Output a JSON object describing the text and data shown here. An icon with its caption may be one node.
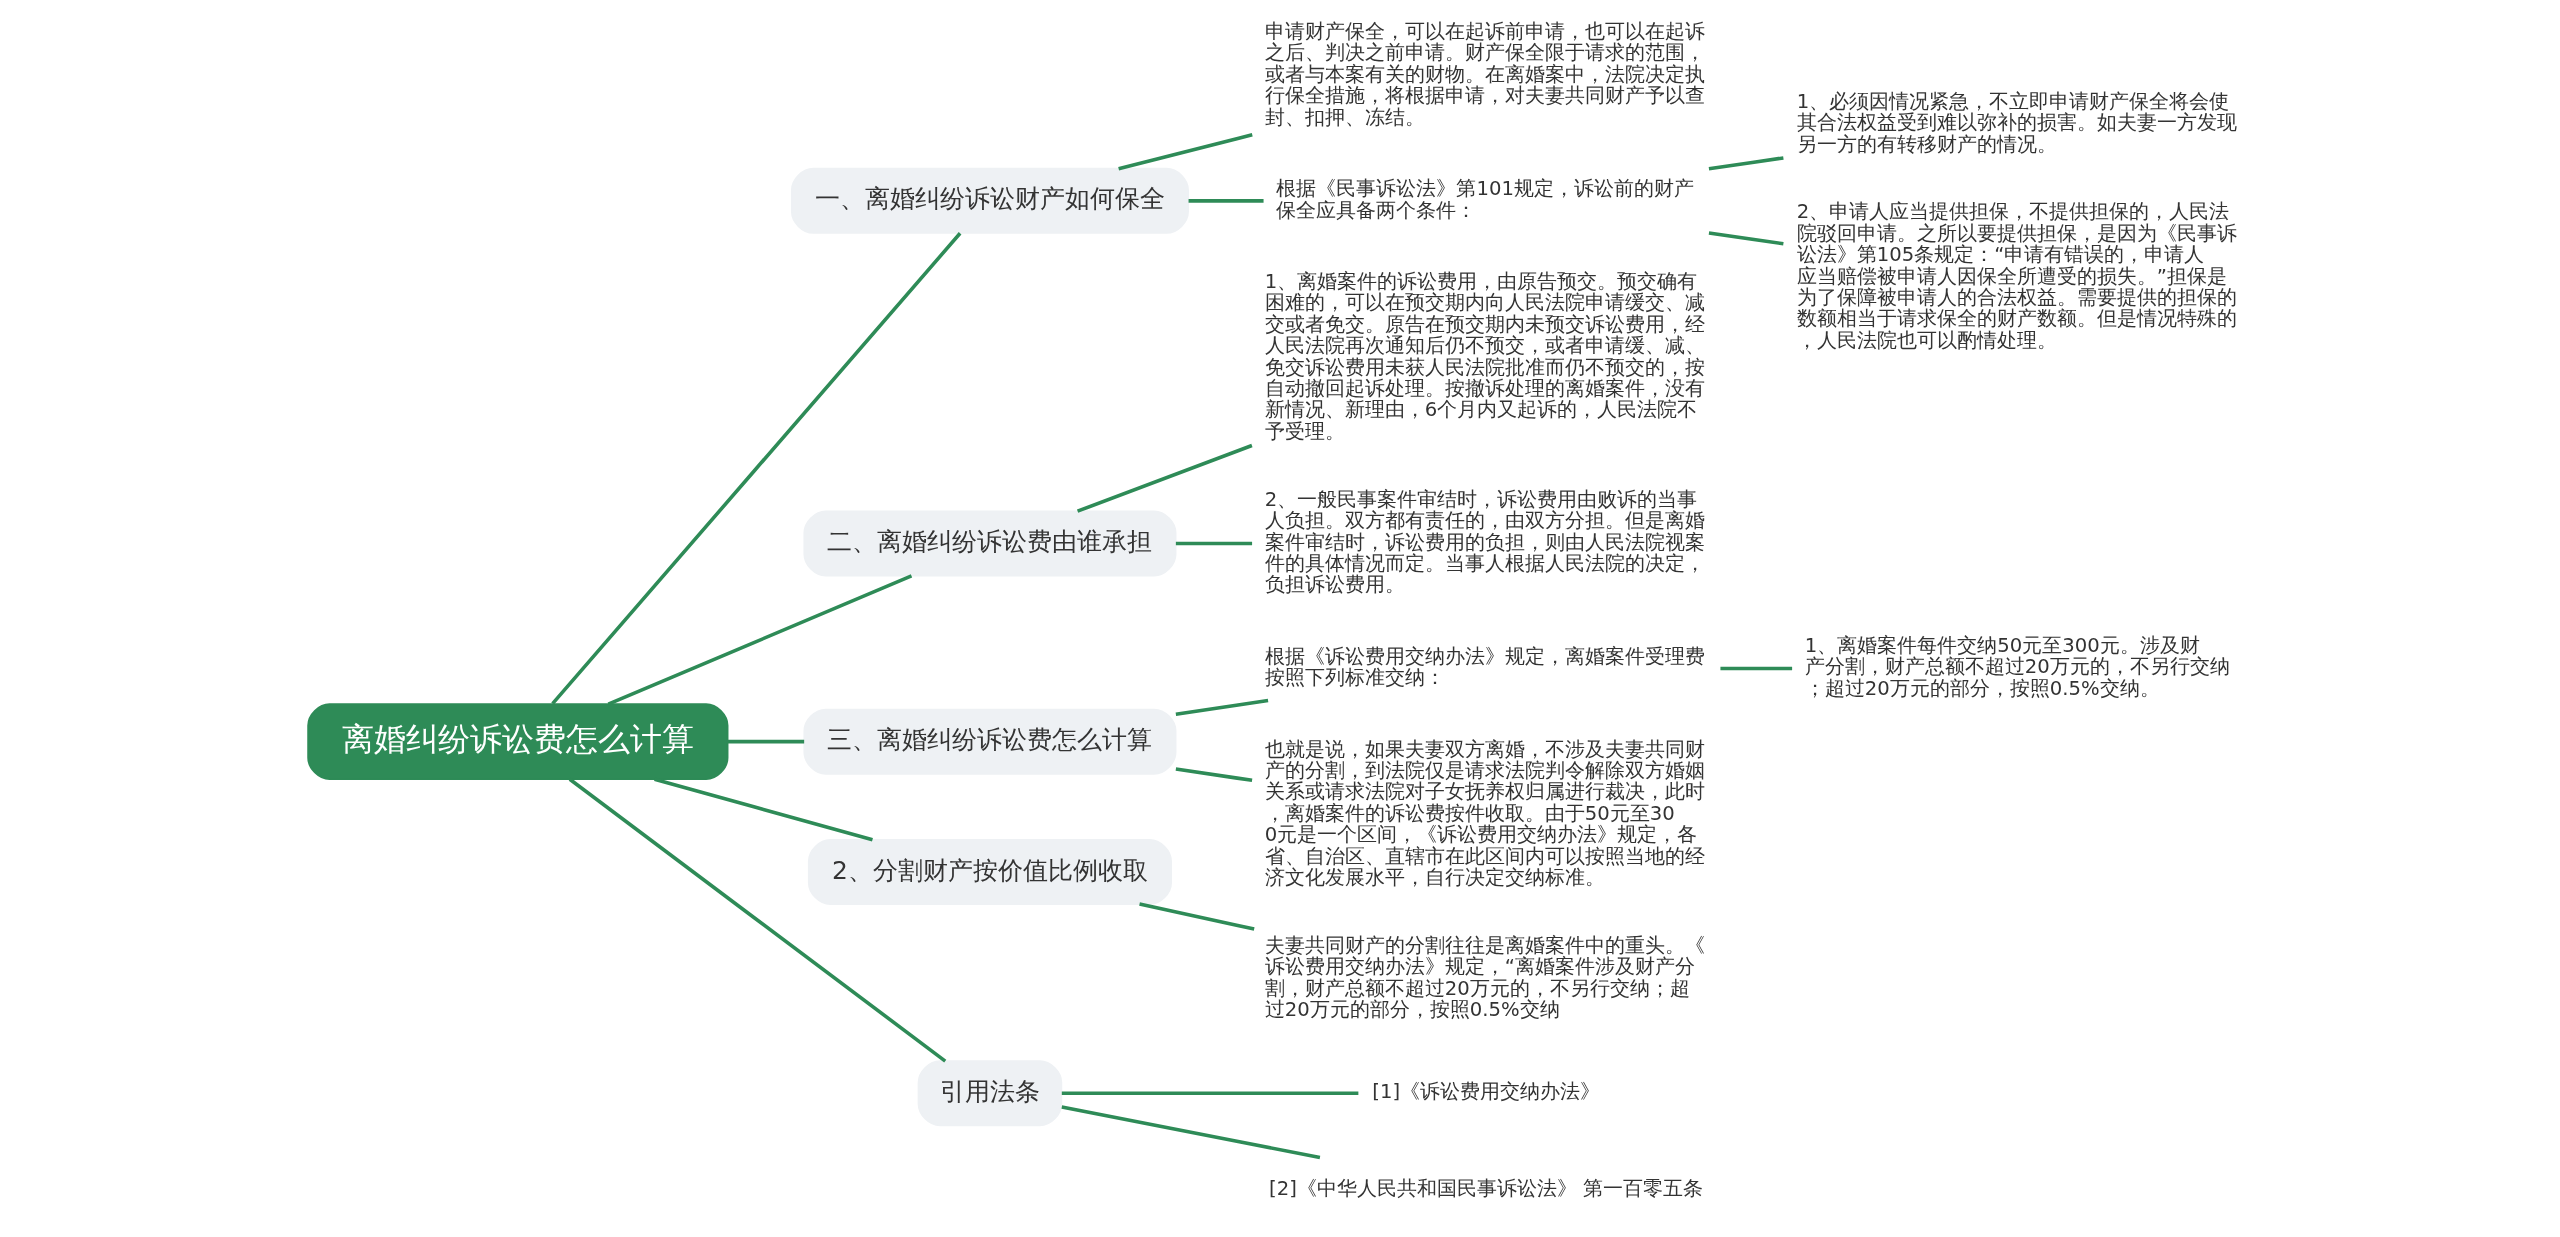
{
  "diagram": {
    "nodes": [
      {
        "text": [
          "离婚纠纷诉讼费怎么计算"
        ]
      },
      {
        "text": [
          "一、离婚纠纷诉讼财产如何保全"
        ]
      },
      {
        "text": [
          "申请财产保全，可以在起诉前申请，也可以在起诉之后、判决之前申请。财产保全限于请求的范围，或者与本案有关的财物。在离婚案中，法院决定执行保全措施，将根据申请，对夫妻共同财产予以查封、扣押、冻结。"
        ]
      },
      {
        "text": [
          "根据《民事诉讼法》第101规定，诉讼前的财产保全应具备两个条件："
        ]
      },
      {
        "text": [
          "1、必须因情况紧急，不立即申请财产保全将会使其合法权益受到难以弥补的损害。如夫妻一方发现另一方的有转移财产的情况。"
        ]
      },
      {
        "text": [
          "2、申请人应当提供担保，不提供担保的，人民法院驳回申请。之所以要提供担保，是因为《民事诉讼法》第105条规定：“申请有错误的，申请人应当赔偿被申请人因保全所遭受的损失。”担保是为了保障被申请人的合法权益。需要提供的担保的数额相当于请求保全的财产数额。但是情况特殊的，人民法院也可以酌情处理。"
        ]
      },
      {
        "text": [
          "二、离婚纠纷诉讼费由谁承担"
        ]
      },
      {
        "text": [
          "1、离婚案件的诉讼费用，由原告预交。预交确有困难的，可以在预交期内向人民法院申请缓交、减交或者免交。原告在预交期内未预交诉讼费用，经人民法院再次通知后仍不预交，或者申请缓、减、免交诉讼费用未获人民法院批准而仍不预交的，按自动撤回起诉处理。按撤诉处理的离婚案件，没有新情况、新理由，6个月内又起诉的，人民法院不予受理。"
        ]
      },
      {
        "text": [
          "2、一般民事案件审结时，诉讼费用由败诉的当事人负担。双方都有责任的，由双方分担。但是离婚案件审结时，诉讼费用的负担，则由人民法院视案件的具体情况而定。当事人根据人民法院的决定，负担诉讼费用。"
        ]
      },
      {
        "text": [
          "三、离婚纠纷诉讼费怎么计算"
        ]
      },
      {
        "text": [
          "根据《诉讼费用交纳办法》规定，离婚案件受理费按照下列标准交纳："
        ]
      },
      {
        "text": [
          "1、离婚案件每件交纳50元至300元。涉及财产分割，财产总额不超过20万元的，不另行交纳；超过20万元的部分，按照0.5%交纳。"
        ]
      },
      {
        "text": [
          "也就是说，如果夫妻双方离婚，不涉及夫妻共同财产的分割，到法院仅是请求法院判令解除双方婚姻关系或请求法院对子女抚养权归属进行裁决，此时，离婚案件的诉讼费按件收取。由于50元至300元是一个区间，《诉讼费用交纳办法》规定，各省、自治区、直辖市在此区间内可以按照当地的经济文化发展水平，自行决定交纳标准。"
        ]
      },
      {
        "text": [
          "2、分割财产按价值比例收取"
        ]
      },
      {
        "text": [
          "夫妻共同财产的分割往往是离婚案件中的重头。《诉讼费用交纳办法》规定，“离婚案件涉及财产分割，财产总额不超过20万元的，不另行交纳；超过20万元的部分，按照0.5%交纳"
        ]
      },
      {
        "text": [
          "引用法条"
        ]
      },
      {
        "text": [
          "[1]《诉讼费用交纳办法》"
        ]
      },
      {
        "text": [
          "[2]《中华人民共和国民事诉讼法》 第一百零五条"
        ]
      }
    ],
    "edges": [
      {
        "from": 0,
        "to": 1,
        "arrow": "none"
      },
      {
        "from": 1,
        "to": 2,
        "arrow": "none"
      },
      {
        "from": 1,
        "to": 3,
        "arrow": "none"
      },
      {
        "from": 3,
        "to": 4,
        "arrow": "none"
      },
      {
        "from": 3,
        "to": 5,
        "arrow": "none"
      },
      {
        "from": 0,
        "to": 6,
        "arrow": "none"
      },
      {
        "from": 6,
        "to": 7,
        "arrow": "none"
      },
      {
        "from": 6,
        "to": 8,
        "arrow": "none"
      },
      {
        "from": 0,
        "to": 9,
        "arrow": "none"
      },
      {
        "from": 9,
        "to": 10,
        "arrow": "none"
      },
      {
        "from": 10,
        "to": 11,
        "arrow": "none"
      },
      {
        "from": 9,
        "to": 12,
        "arrow": "none"
      },
      {
        "from": 0,
        "to": 13,
        "arrow": "none"
      },
      {
        "from": 13,
        "to": 14,
        "arrow": "none"
      },
      {
        "from": 0,
        "to": 15,
        "arrow": "none"
      },
      {
        "from": 15,
        "to": 16,
        "arrow": "none"
      },
      {
        "from": 15,
        "to": 17,
        "arrow": "none"
      }
    ]
  }
}
